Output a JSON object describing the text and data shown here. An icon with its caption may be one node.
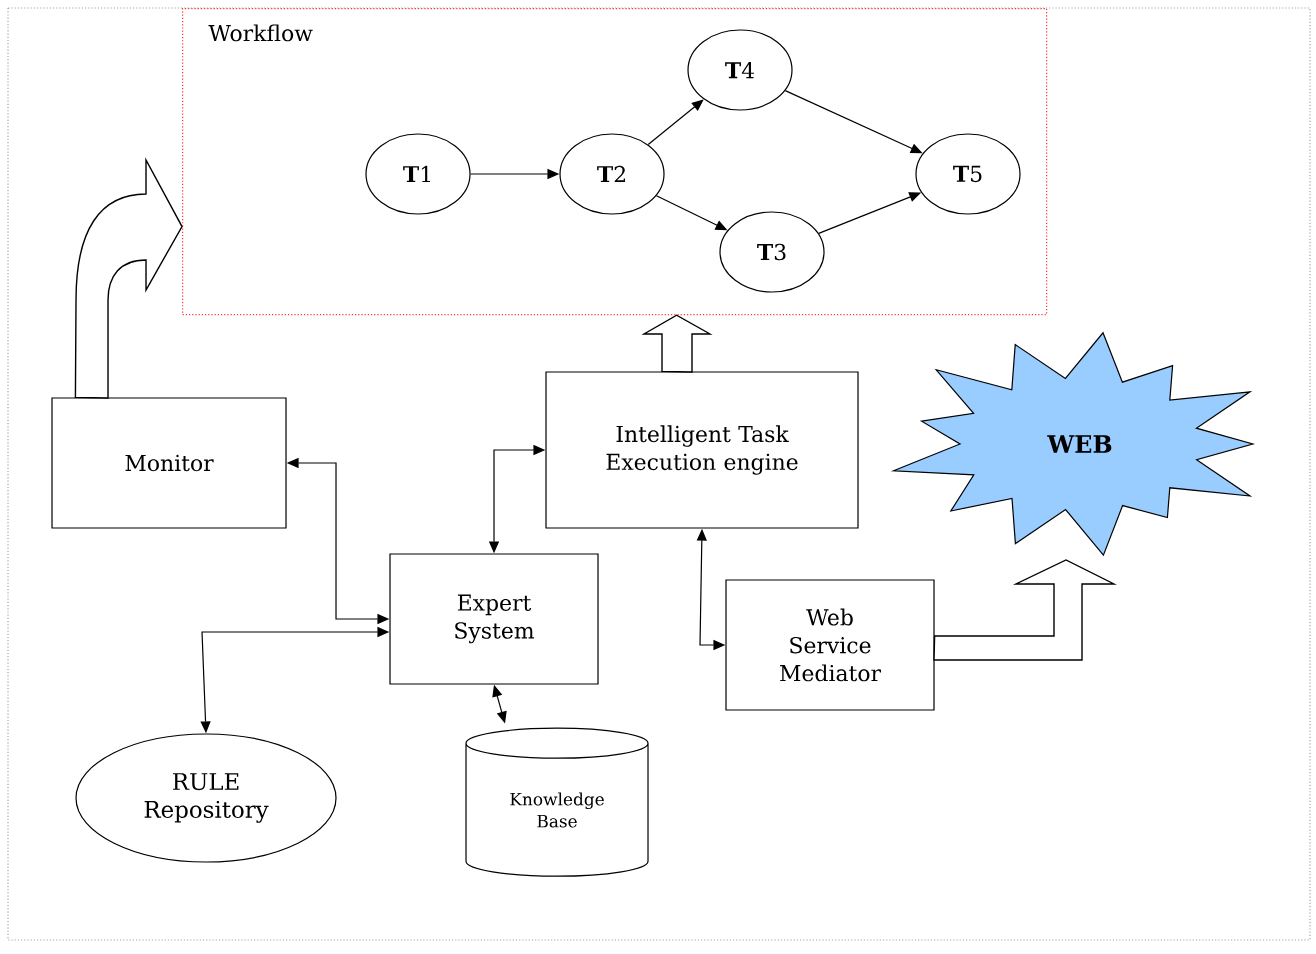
{
  "diagram": {
    "nodes": [
      {
        "text": [
          "Workflow"
        ]
      },
      {
        "text": [
          "**T**1"
        ],
        "in": 0
      },
      {
        "text": [
          "**T**2"
        ],
        "in": 0
      },
      {
        "text": [
          "**T**4"
        ],
        "in": 0
      },
      {
        "text": [
          "**T**3"
        ],
        "in": 0
      },
      {
        "text": [
          "**T**5"
        ],
        "in": 0
      },
      {
        "text": [
          "Monitor"
        ]
      },
      {
        "text": [
          "Intelligent Task Execution engine"
        ]
      },
      {
        "text": [
          "WEB"
        ]
      },
      {
        "text": [
          "Expert System"
        ]
      },
      {
        "text": [
          "Web Service Mediator"
        ]
      },
      {
        "text": [
          "RULE Repository"
        ]
      },
      {
        "text": [
          "Knowledge Base"
        ]
      }
    ],
    "edges": [
      {
        "from": 1,
        "to": 2,
        "arrow": "to"
      },
      {
        "from": 2,
        "to": 3,
        "arrow": "to"
      },
      {
        "from": 2,
        "to": 4,
        "arrow": "to"
      },
      {
        "from": 3,
        "to": 5,
        "arrow": "to"
      },
      {
        "from": 4,
        "to": 5,
        "arrow": "to"
      },
      {
        "from": 6,
        "to": 0,
        "arrow": "to",
        "style": "thick"
      },
      {
        "from": 7,
        "to": 0,
        "arrow": "to",
        "style": "thick"
      },
      {
        "from": 10,
        "to": 8,
        "arrow": "to",
        "style": "thick"
      },
      {
        "from": 6,
        "to": 9,
        "arrow": "both"
      },
      {
        "from": 9,
        "to": 7,
        "arrow": "both"
      },
      {
        "from": 9,
        "to": 11,
        "arrow": "both"
      },
      {
        "from": 9,
        "to": 12,
        "arrow": "both"
      },
      {
        "from": 7,
        "to": 10,
        "arrow": "both"
      }
    ]
  }
}
